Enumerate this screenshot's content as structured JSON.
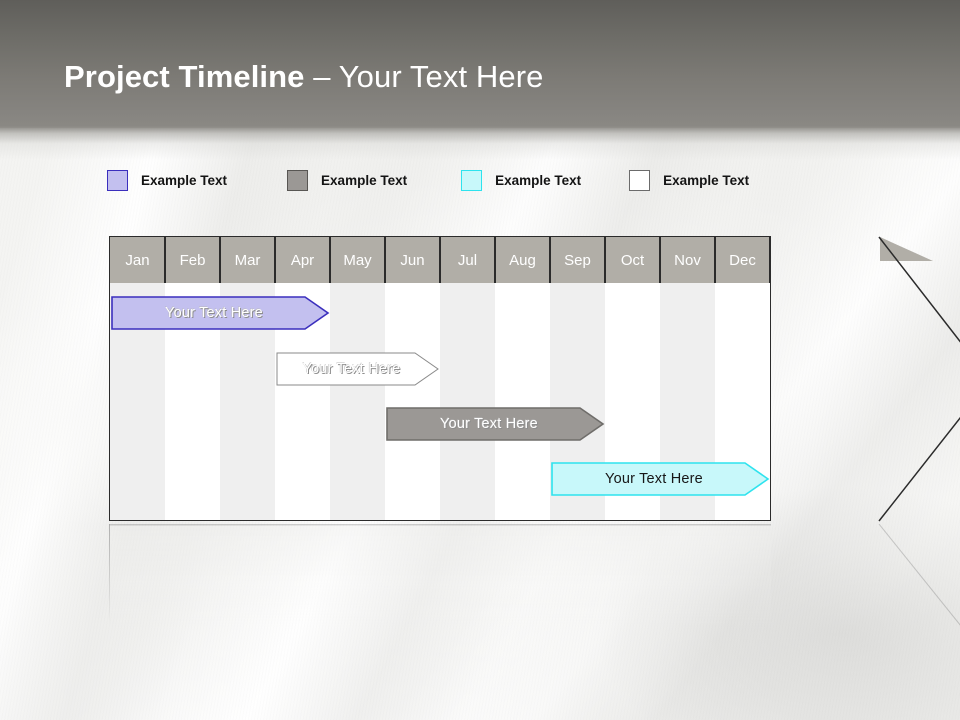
{
  "title": {
    "strong": "Project Timeline",
    "light": " – Your Text Here"
  },
  "colors": {
    "band_top": "#5f5e5a",
    "band_bottom": "#8b8984",
    "header_cell": "#b1aea7",
    "grid_line": "#2b2b2b",
    "col_shade": "#efefef",
    "col_light": "#ffffff",
    "accent_blue": "#3b2fbd",
    "accent_blue_fill": "#c3c0ef",
    "accent_gray": "#6f6d6a",
    "accent_gray_fill": "#9b9895",
    "accent_cyan": "#2ee3ee",
    "accent_cyan_fill": "#c8f8fa",
    "accent_white_fill": "#ffffff",
    "accent_white_border": "#8a8a8a"
  },
  "legend": {
    "items": [
      {
        "label": "Example Text",
        "fill": "#c3c0ef",
        "border": "#3b2fbd",
        "gap_after": 60
      },
      {
        "label": "Example Text",
        "fill": "#9b9895",
        "border": "#585653",
        "gap_after": 54
      },
      {
        "label": "Example Text",
        "fill": "#c8f8fa",
        "border": "#2ee3ee",
        "gap_after": 48
      },
      {
        "label": "Example Text",
        "fill": "#ffffff",
        "border": "#6b6b6b",
        "gap_after": 0
      }
    ]
  },
  "chart_data": {
    "type": "gantt",
    "title": "Project Timeline – Your Text Here",
    "categories": [
      "Jan",
      "Feb",
      "Mar",
      "Apr",
      "May",
      "Jun",
      "Jul",
      "Aug",
      "Sep",
      "Oct",
      "Nov",
      "Dec"
    ],
    "xlabel": "",
    "ylabel": "",
    "grid": true,
    "legend_position": "top-left",
    "tasks": [
      {
        "label": "Your  Text Here",
        "start_month": "Jan",
        "end_month": "Apr",
        "start_index": 0,
        "end_index": 3,
        "span_months": 4,
        "fill": "#c3c0ef",
        "border": "#3b2fbd",
        "text_style": "light",
        "row": 0
      },
      {
        "label": "Your  Text Here",
        "start_month": "Apr",
        "end_month": "Jun",
        "start_index": 3,
        "end_index": 5,
        "span_months": 3,
        "fill": "#ffffff",
        "border": "#8a8a8a",
        "text_style": "light",
        "row": 1
      },
      {
        "label": "Your  Text Here",
        "start_month": "Jun",
        "end_month": "Sep",
        "start_index": 5,
        "end_index": 8,
        "span_months": 4,
        "fill": "#9b9895",
        "border": "#6f6d6a",
        "text_style": "light",
        "row": 2
      },
      {
        "label": "Your  Text Here",
        "start_month": "Sep",
        "end_month": "Dec",
        "start_index": 8,
        "end_index": 11,
        "span_months": 4,
        "fill": "#c8f8fa",
        "border": "#2ee3ee",
        "text_style": "dark",
        "row": 3
      }
    ]
  }
}
